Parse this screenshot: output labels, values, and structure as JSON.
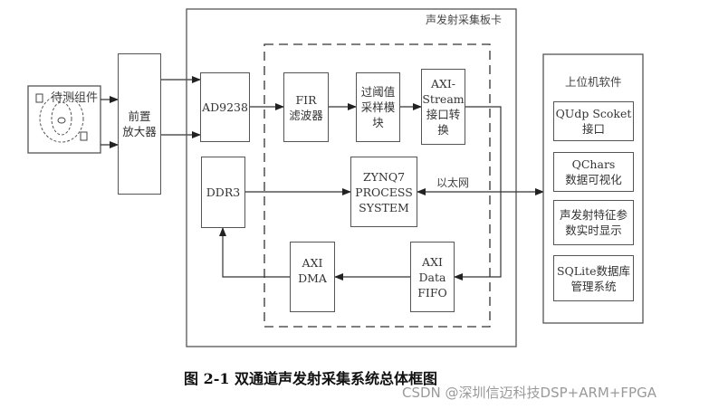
{
  "diagram": {
    "sensor": {
      "label": "待测组件"
    },
    "preamp": {
      "label": "前置\n放大器"
    },
    "board": {
      "title": "声发射采集板卡",
      "adc": {
        "label": "AD9238"
      },
      "ddr": {
        "label": "DDR3"
      },
      "fir": {
        "label": "FIR\n滤波器"
      },
      "threshold": {
        "label": "过阈值\n采样模\n块"
      },
      "axis": {
        "label": "AXI-\nStream\n接口转\n换"
      },
      "zynq": {
        "label": "ZYNQ7\nPROCESS\nSYSTEM"
      },
      "dma": {
        "label": "AXI\nDMA"
      },
      "fifo": {
        "label": "AXI\nData\nFIFO"
      },
      "ethernet": {
        "label": "以太网"
      }
    },
    "host": {
      "title": "上位机软件",
      "modules": [
        {
          "label": "QUdp Scoket\n接口"
        },
        {
          "label": "QChars\n数据可视化"
        },
        {
          "label": "声发射特征参\n数实时显示"
        },
        {
          "label": "SQLite数据库\n管理系统"
        }
      ]
    }
  },
  "caption": "图 2-1  双通道声发射采集系统总体框图",
  "watermark": "CSDN @深圳信迈科技DSP+ARM+FPGA"
}
